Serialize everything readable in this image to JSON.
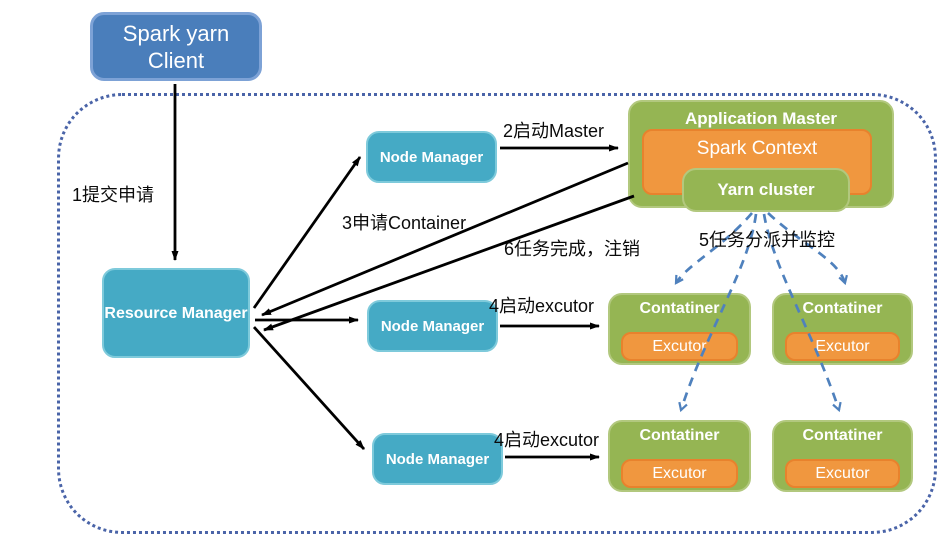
{
  "diagram": {
    "client": "Spark yarn Client",
    "resource_manager": "Resource Manager",
    "node_manager_1": "Node Manager",
    "node_manager_2": "Node Manager",
    "node_manager_3": "Node Manager",
    "application_master": {
      "title": "Application Master",
      "spark_context": "Spark Context",
      "yarn_cluster": "Yarn cluster"
    },
    "containers": [
      {
        "title": "Contatiner",
        "executor": "Excutor"
      },
      {
        "title": "Contatiner",
        "executor": "Excutor"
      },
      {
        "title": "Contatiner",
        "executor": "Excutor"
      },
      {
        "title": "Contatiner",
        "executor": "Excutor"
      }
    ],
    "labels": {
      "step1": "1提交申请",
      "step2": "2启动Master",
      "step3": "3申请Container",
      "step4_mid": "4启动excutor",
      "step4_bottom": "4启动excutor",
      "step5": "5任务分派并监控",
      "step6": "6任务完成，注销"
    },
    "colors": {
      "client_blue": "#4a7ebb",
      "node_teal": "#45aac5",
      "cluster_green": "#95b553",
      "executor_orange": "#f0973f",
      "solid_arrow": "#000000",
      "dashed_arrow": "#4f81bd",
      "boundary_dotted": "#4a64a8"
    }
  }
}
